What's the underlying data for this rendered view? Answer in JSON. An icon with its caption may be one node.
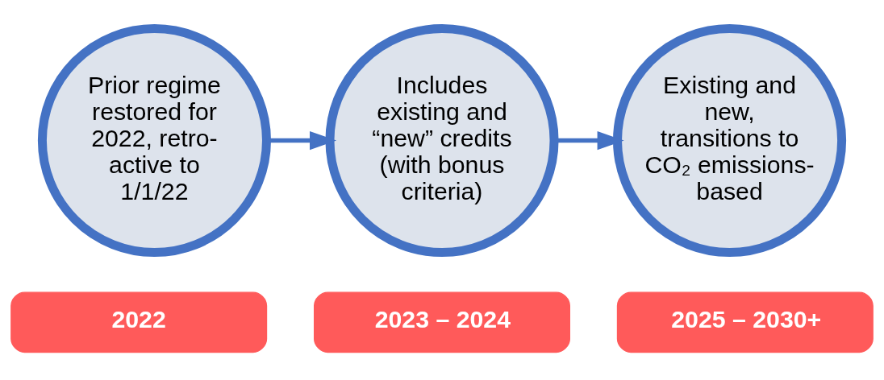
{
  "diagram": {
    "nodes": [
      {
        "text": [
          "Prior regime restored for 2022, retro-active to 1/1/22"
        ]
      },
      {
        "text": [
          "Includes existing and “new” credits (with bonus criteria)"
        ]
      },
      {
        "text": [
          "Existing and new, transitions to CO₂ emissions-based"
        ]
      },
      {
        "text": [
          "2022"
        ]
      },
      {
        "text": [
          "2023 – 2024"
        ]
      },
      {
        "text": [
          "2025 – 2030+"
        ]
      }
    ],
    "edges": [
      {
        "from": 0,
        "to": 1,
        "arrow": "to"
      },
      {
        "from": 1,
        "to": 2,
        "arrow": "to"
      }
    ]
  }
}
